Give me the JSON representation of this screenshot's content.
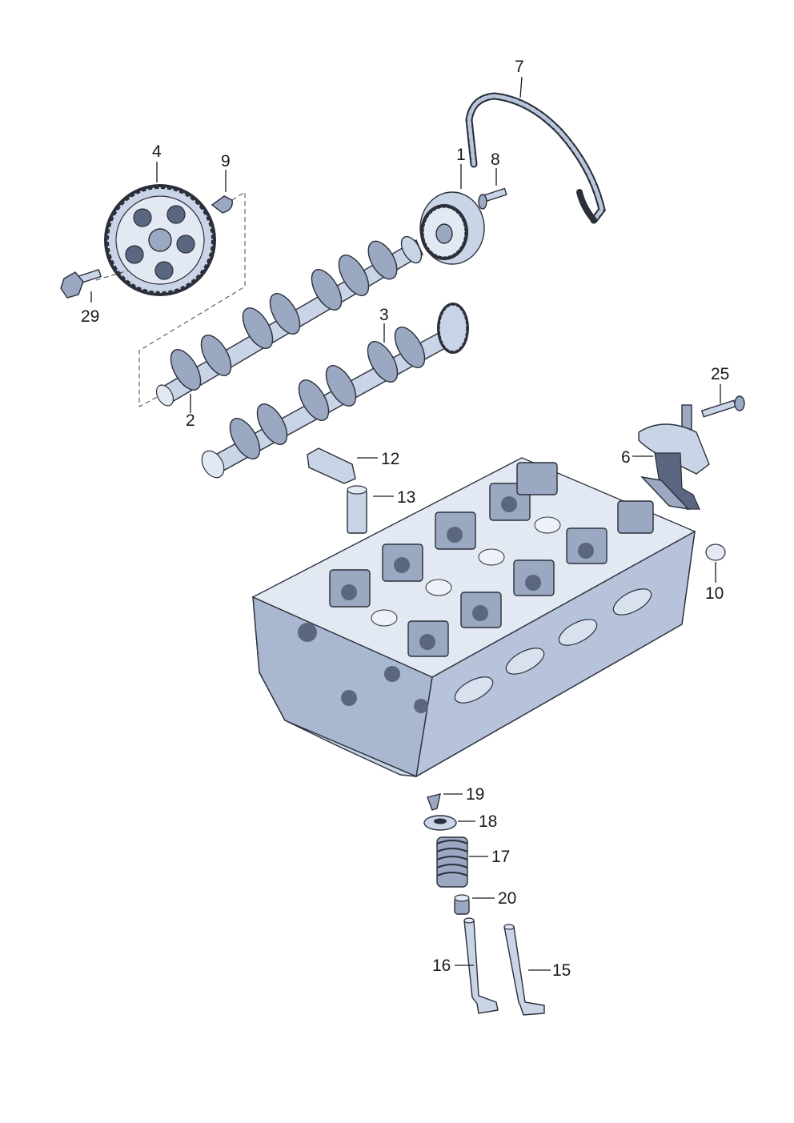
{
  "diagram": {
    "parts": [
      {
        "id": "p1",
        "number": "1"
      },
      {
        "id": "p2",
        "number": "2"
      },
      {
        "id": "p3",
        "number": "3"
      },
      {
        "id": "p4",
        "number": "4"
      },
      {
        "id": "p6",
        "number": "6"
      },
      {
        "id": "p7",
        "number": "7"
      },
      {
        "id": "p8",
        "number": "8"
      },
      {
        "id": "p9",
        "number": "9"
      },
      {
        "id": "p10",
        "number": "10"
      },
      {
        "id": "p12",
        "number": "12"
      },
      {
        "id": "p13",
        "number": "13"
      },
      {
        "id": "p15",
        "number": "15"
      },
      {
        "id": "p16",
        "number": "16"
      },
      {
        "id": "p17",
        "number": "17"
      },
      {
        "id": "p18",
        "number": "18"
      },
      {
        "id": "p19",
        "number": "19"
      },
      {
        "id": "p20",
        "number": "20"
      },
      {
        "id": "p25",
        "number": "25"
      },
      {
        "id": "p29",
        "number": "29"
      }
    ]
  }
}
